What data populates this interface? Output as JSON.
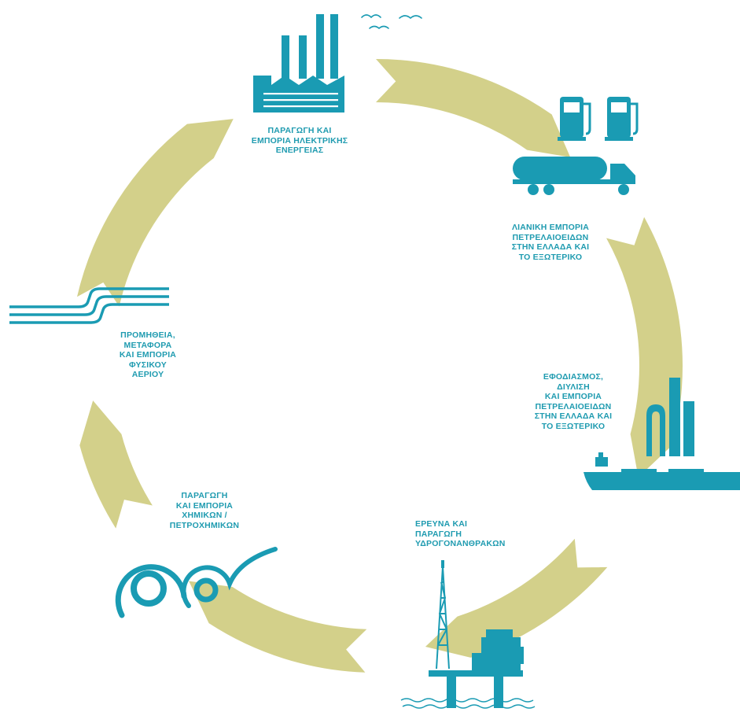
{
  "colors": {
    "icon": "#1a9bb3",
    "arc": "#d3d08a",
    "label": "#1f9bb0"
  },
  "segments": [
    {
      "id": "electricity",
      "icon": "power-plant-icon",
      "lines": [
        "ΠΑΡΑΓΩΓΗ ΚΑΙ",
        "ΕΜΠΟΡΙΑ ΗΛΕΚΤΡΙΚΗΣ",
        "ΕΝΕΡΓΕΙΑΣ"
      ]
    },
    {
      "id": "retail",
      "icon": "fuel-station-tanker-icon",
      "lines": [
        "ΛΙΑΝΙΚΗ ΕΜΠΟΡΙΑ",
        "ΠΕΤΡΕΛΑΙΟΕΙΔΩΝ",
        "ΣΤΗΝ ΕΛΛΑΔΑ ΚΑΙ",
        "ΤΟ ΕΞΩΤΕΡΙΚΟ"
      ]
    },
    {
      "id": "refining",
      "icon": "refinery-tanker-ship-icon",
      "lines": [
        "ΕΦΟΔΙΑΣΜΟΣ,",
        "ΔΙΥΛΙΣΗ",
        "ΚΑΙ ΕΜΠΟΡΙΑ",
        "ΠΕΤΡΕΛΑΙΟΕΙΔΩΝ",
        "ΣΤΗΝ ΕΛΛΑΔΑ ΚΑΙ",
        "ΤΟ ΕΞΩΤΕΡΙΚΟ"
      ]
    },
    {
      "id": "exploration",
      "icon": "offshore-platform-icon",
      "lines": [
        "ΕΡΕΥΝΑ ΚΑΙ",
        "ΠΑΡΑΓΩΓΗ",
        "ΥΔΡΟΓΟΝΑΝΘΡΑΚΩΝ"
      ]
    },
    {
      "id": "chemicals",
      "icon": "plastic-film-rolls-icon",
      "lines": [
        "ΠΑΡΑΓΩΓΗ",
        "ΚΑΙ ΕΜΠΟΡΙΑ",
        "ΧΗΜΙΚΩΝ /",
        "ΠΕΤΡΟΧΗΜΙΚΩΝ"
      ]
    },
    {
      "id": "gas",
      "icon": "gas-pipelines-icon",
      "lines": [
        "ΠΡΟΜΗΘΕΙΑ,",
        "ΜΕΤΑΦΟΡΑ",
        "ΚΑΙ ΕΜΠΟΡΙΑ",
        "ΦΥΣΙΚΟΥ",
        "ΑΕΡΙΟΥ"
      ]
    }
  ]
}
